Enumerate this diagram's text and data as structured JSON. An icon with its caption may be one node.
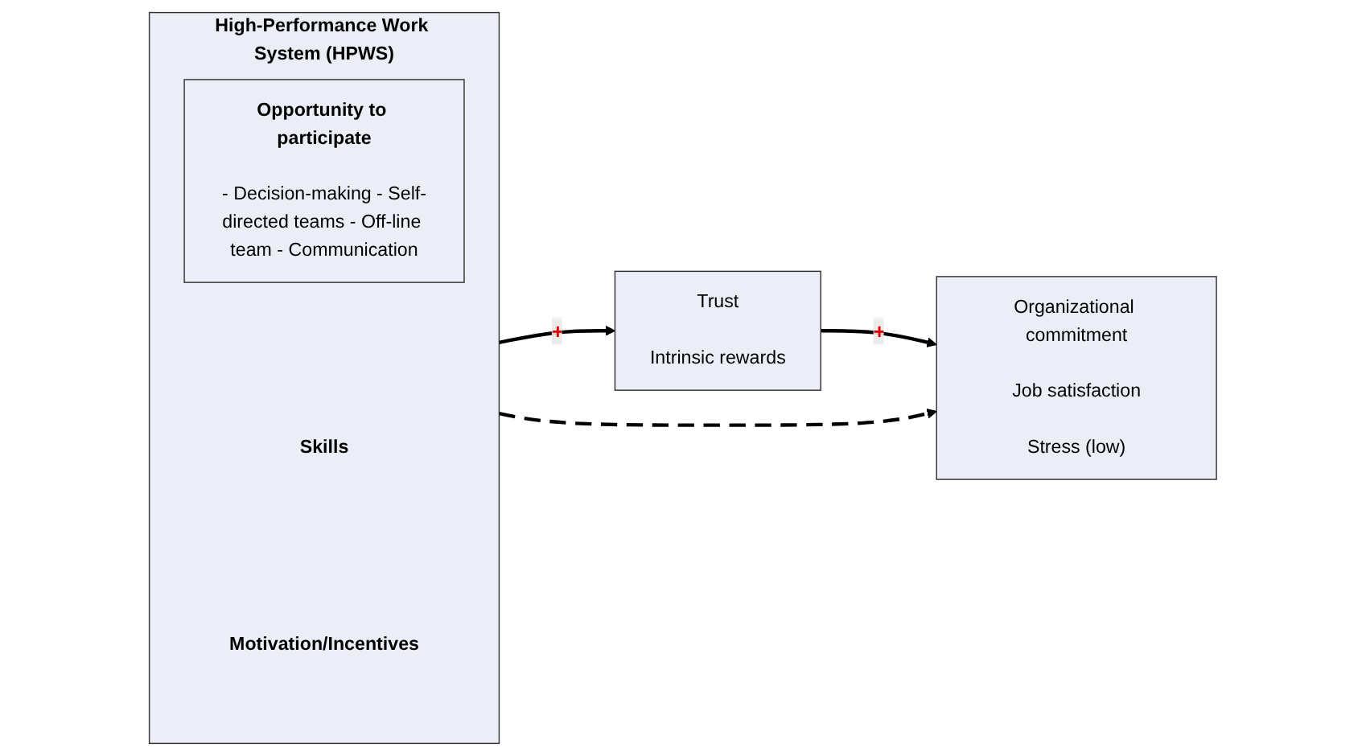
{
  "diagram": {
    "nodes": [
      {
        "text": [
          "High-Performance Work System (HPWS)",
          "Skills",
          "Motivation/Incentives"
        ]
      },
      {
        "text": [
          "Opportunity to participate",
          "- Decision-making - Self-directed teams - Off-line team - Communication"
        ],
        "in": 0
      },
      {
        "text": [
          "Trust",
          "Intrinsic rewards"
        ]
      },
      {
        "text": [
          "Organizational commitment",
          "Job satisfaction",
          "Stress (low)"
        ]
      }
    ],
    "edges": [
      {
        "from": 0,
        "to": 3,
        "arrow": "to",
        "style": "dashed"
      },
      {
        "from": 0,
        "to": 2,
        "arrow": "to",
        "label": "+"
      },
      {
        "from": 2,
        "to": 3,
        "arrow": "to",
        "label": "+"
      }
    ]
  }
}
